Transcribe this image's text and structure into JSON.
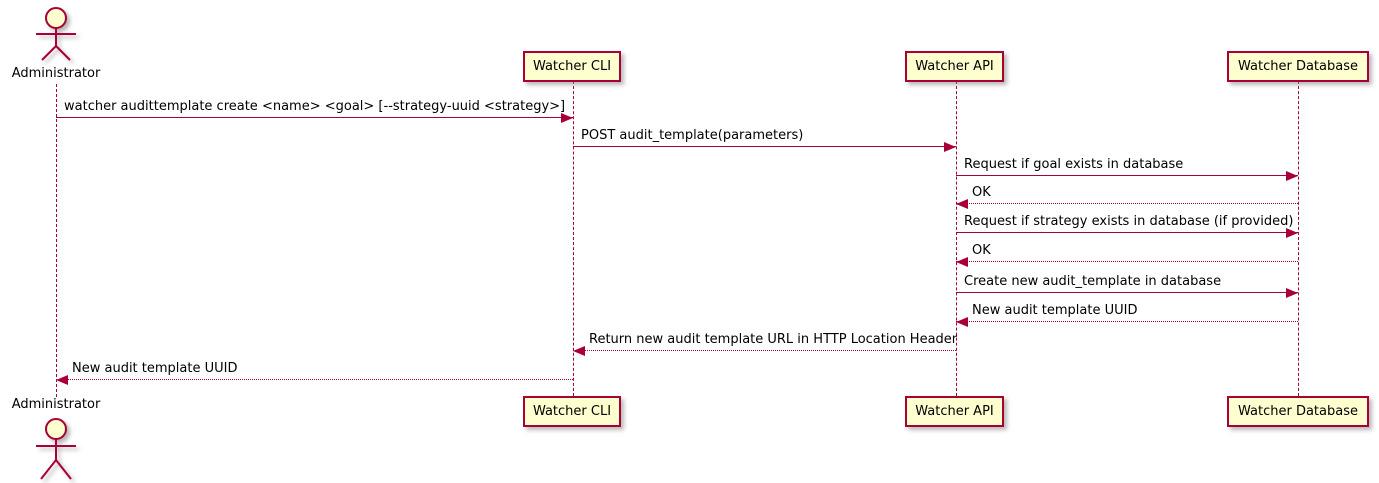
{
  "diagram": {
    "type": "sequence",
    "participants": [
      {
        "id": "administrator",
        "label": "Administrator",
        "kind": "actor"
      },
      {
        "id": "watcher-cli",
        "label": "Watcher CLI",
        "kind": "participant"
      },
      {
        "id": "watcher-api",
        "label": "Watcher API",
        "kind": "participant"
      },
      {
        "id": "watcher-database",
        "label": "Watcher Database",
        "kind": "participant"
      }
    ],
    "messages": [
      {
        "from": "Administrator",
        "to": "Watcher CLI",
        "style": "solid",
        "label": "watcher audittemplate create <name> <goal> [--strategy-uuid <strategy>]"
      },
      {
        "from": "Watcher CLI",
        "to": "Watcher API",
        "style": "solid",
        "label": "POST audit_template(parameters)"
      },
      {
        "from": "Watcher API",
        "to": "Watcher Database",
        "style": "solid",
        "label": "Request if goal exists in database"
      },
      {
        "from": "Watcher Database",
        "to": "Watcher API",
        "style": "dashed",
        "label": "OK"
      },
      {
        "from": "Watcher API",
        "to": "Watcher Database",
        "style": "solid",
        "label": "Request if strategy exists in database (if provided)"
      },
      {
        "from": "Watcher Database",
        "to": "Watcher API",
        "style": "dashed",
        "label": "OK"
      },
      {
        "from": "Watcher API",
        "to": "Watcher Database",
        "style": "solid",
        "label": "Create new audit_template in database"
      },
      {
        "from": "Watcher Database",
        "to": "Watcher API",
        "style": "dashed",
        "label": "New audit template UUID"
      },
      {
        "from": "Watcher API",
        "to": "Watcher CLI",
        "style": "dashed",
        "label": "Return new audit template URL in HTTP Location Header"
      },
      {
        "from": "Watcher CLI",
        "to": "Administrator",
        "style": "dashed",
        "label": "New audit template UUID"
      }
    ],
    "colors": {
      "accent": "#A80036",
      "participant_fill": "#FEFECE",
      "background": "#FFFFFF",
      "text": "#000000"
    }
  }
}
